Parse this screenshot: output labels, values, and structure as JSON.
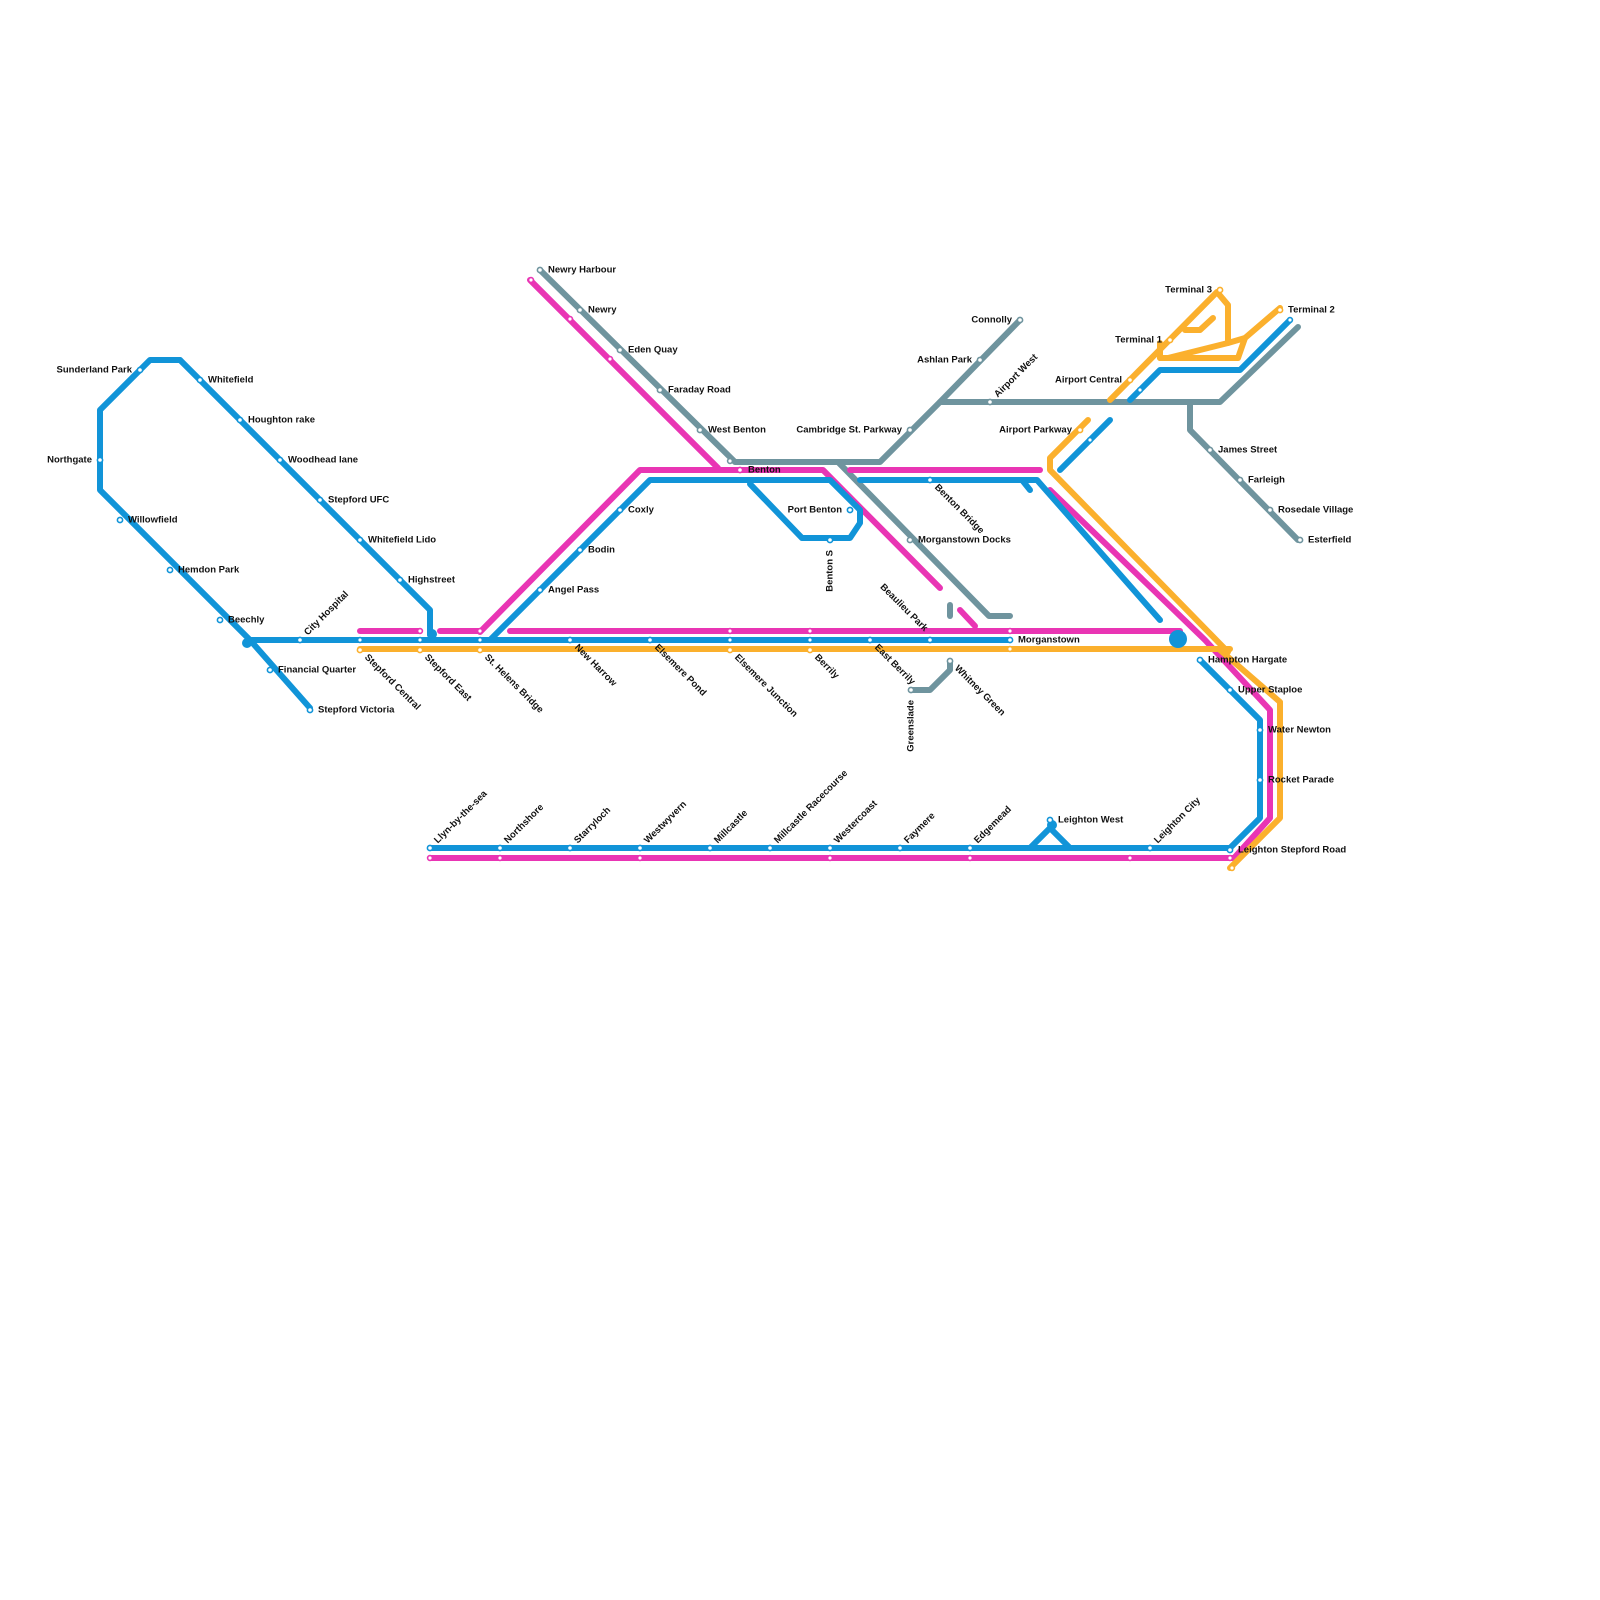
{
  "lines": [
    {
      "id": "blue",
      "color": "#1194d8"
    },
    {
      "id": "pink",
      "color": "#e935b4"
    },
    {
      "id": "grey",
      "color": "#6f949e"
    },
    {
      "id": "orange",
      "color": "#fbb02d"
    }
  ],
  "stations": [
    {
      "name": "Newry Harbour"
    },
    {
      "name": "Newry"
    },
    {
      "name": "Eden Quay"
    },
    {
      "name": "Faraday Road"
    },
    {
      "name": "West Benton"
    },
    {
      "name": "Benton"
    },
    {
      "name": "Port Benton"
    },
    {
      "name": "Benton S"
    },
    {
      "name": "Benton Bridge"
    },
    {
      "name": "Morganstown Docks"
    },
    {
      "name": "Beaulieu Park"
    },
    {
      "name": "Morganstown"
    },
    {
      "name": "Coxly"
    },
    {
      "name": "Bodin"
    },
    {
      "name": "Angel Pass"
    },
    {
      "name": "Connolly"
    },
    {
      "name": "Ashlan Park"
    },
    {
      "name": "Cambridge St. Parkway"
    },
    {
      "name": "Airport West"
    },
    {
      "name": "Airport Parkway"
    },
    {
      "name": "Airport Central"
    },
    {
      "name": "Terminal 3"
    },
    {
      "name": "Terminal 1"
    },
    {
      "name": "Terminal 2"
    },
    {
      "name": "James Street"
    },
    {
      "name": "Farleigh"
    },
    {
      "name": "Rosedale Village"
    },
    {
      "name": "Esterfield"
    },
    {
      "name": "Sunderland Park"
    },
    {
      "name": "Whitefield"
    },
    {
      "name": "Houghton rake"
    },
    {
      "name": "Woodhead lane"
    },
    {
      "name": "Stepford UFC"
    },
    {
      "name": "Whitefield Lido"
    },
    {
      "name": "Highstreet"
    },
    {
      "name": "Northgate"
    },
    {
      "name": "Willowfield"
    },
    {
      "name": "Hemdon Park"
    },
    {
      "name": "Beechly"
    },
    {
      "name": "City Hospital"
    },
    {
      "name": "Financial Quarter"
    },
    {
      "name": "Stepford Victoria"
    },
    {
      "name": "Stepford Central"
    },
    {
      "name": "Stepford East"
    },
    {
      "name": "St. Helens Bridge"
    },
    {
      "name": "New Harrow"
    },
    {
      "name": "Elsemere Pond"
    },
    {
      "name": "Elsemere Junction"
    },
    {
      "name": "Berrily"
    },
    {
      "name": "East Berrily"
    },
    {
      "name": "Greenslade"
    },
    {
      "name": "Whitney Green"
    },
    {
      "name": "Hampton Hargate"
    },
    {
      "name": "Upper Staploe"
    },
    {
      "name": "Water Newton"
    },
    {
      "name": "Rocket Parade"
    },
    {
      "name": "Leighton Stepford Road"
    },
    {
      "name": "Leighton West"
    },
    {
      "name": "Leighton City"
    },
    {
      "name": "Llyn-by-the-sea"
    },
    {
      "name": "Northshore"
    },
    {
      "name": "Starryloch"
    },
    {
      "name": "Westwyvern"
    },
    {
      "name": "Millcastle"
    },
    {
      "name": "Millcastle Racecourse"
    },
    {
      "name": "Westercoast"
    },
    {
      "name": "Faymere"
    },
    {
      "name": "Edgemead"
    }
  ]
}
